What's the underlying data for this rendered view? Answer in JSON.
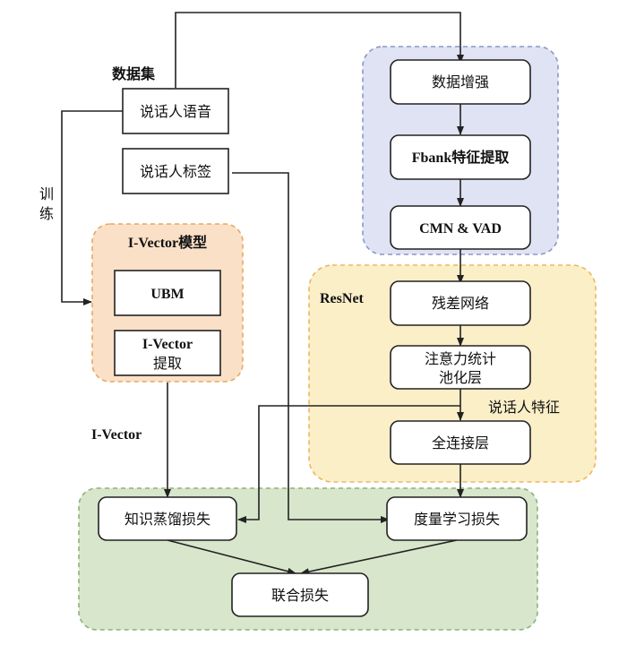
{
  "groups": {
    "preprocess": {
      "label": "",
      "fill": "#e0e3f3",
      "stroke": "#8e96c8"
    },
    "resnet": {
      "label": "ResNet",
      "fill": "#fbefc8",
      "stroke": "#e8b860"
    },
    "ivector": {
      "label": "I-Vector模型",
      "fill": "#fbe0c8",
      "stroke": "#e6a860"
    },
    "loss": {
      "label": "",
      "fill": "#d8e6cc",
      "stroke": "#8fb07a"
    }
  },
  "labels": {
    "dataset": "数据集",
    "train": [
      "训",
      "练"
    ],
    "ivector_edge": "I-Vector",
    "speaker_feature": "说话人特征"
  },
  "nodes": {
    "speech": "说话人语音",
    "speaker_label": "说话人标签",
    "augment": "数据增强",
    "fbank": "Fbank特征提取",
    "cmn_vad": "CMN & VAD",
    "residual": "残差网络",
    "pooling": [
      "注意力统计",
      "池化层"
    ],
    "fc": "全连接层",
    "ubm": "UBM",
    "ivector_extract": [
      "I-Vector",
      "提取"
    ],
    "kd_loss": "知识蒸馏损失",
    "metric_loss": "度量学习损失",
    "joint_loss": "联合损失"
  }
}
